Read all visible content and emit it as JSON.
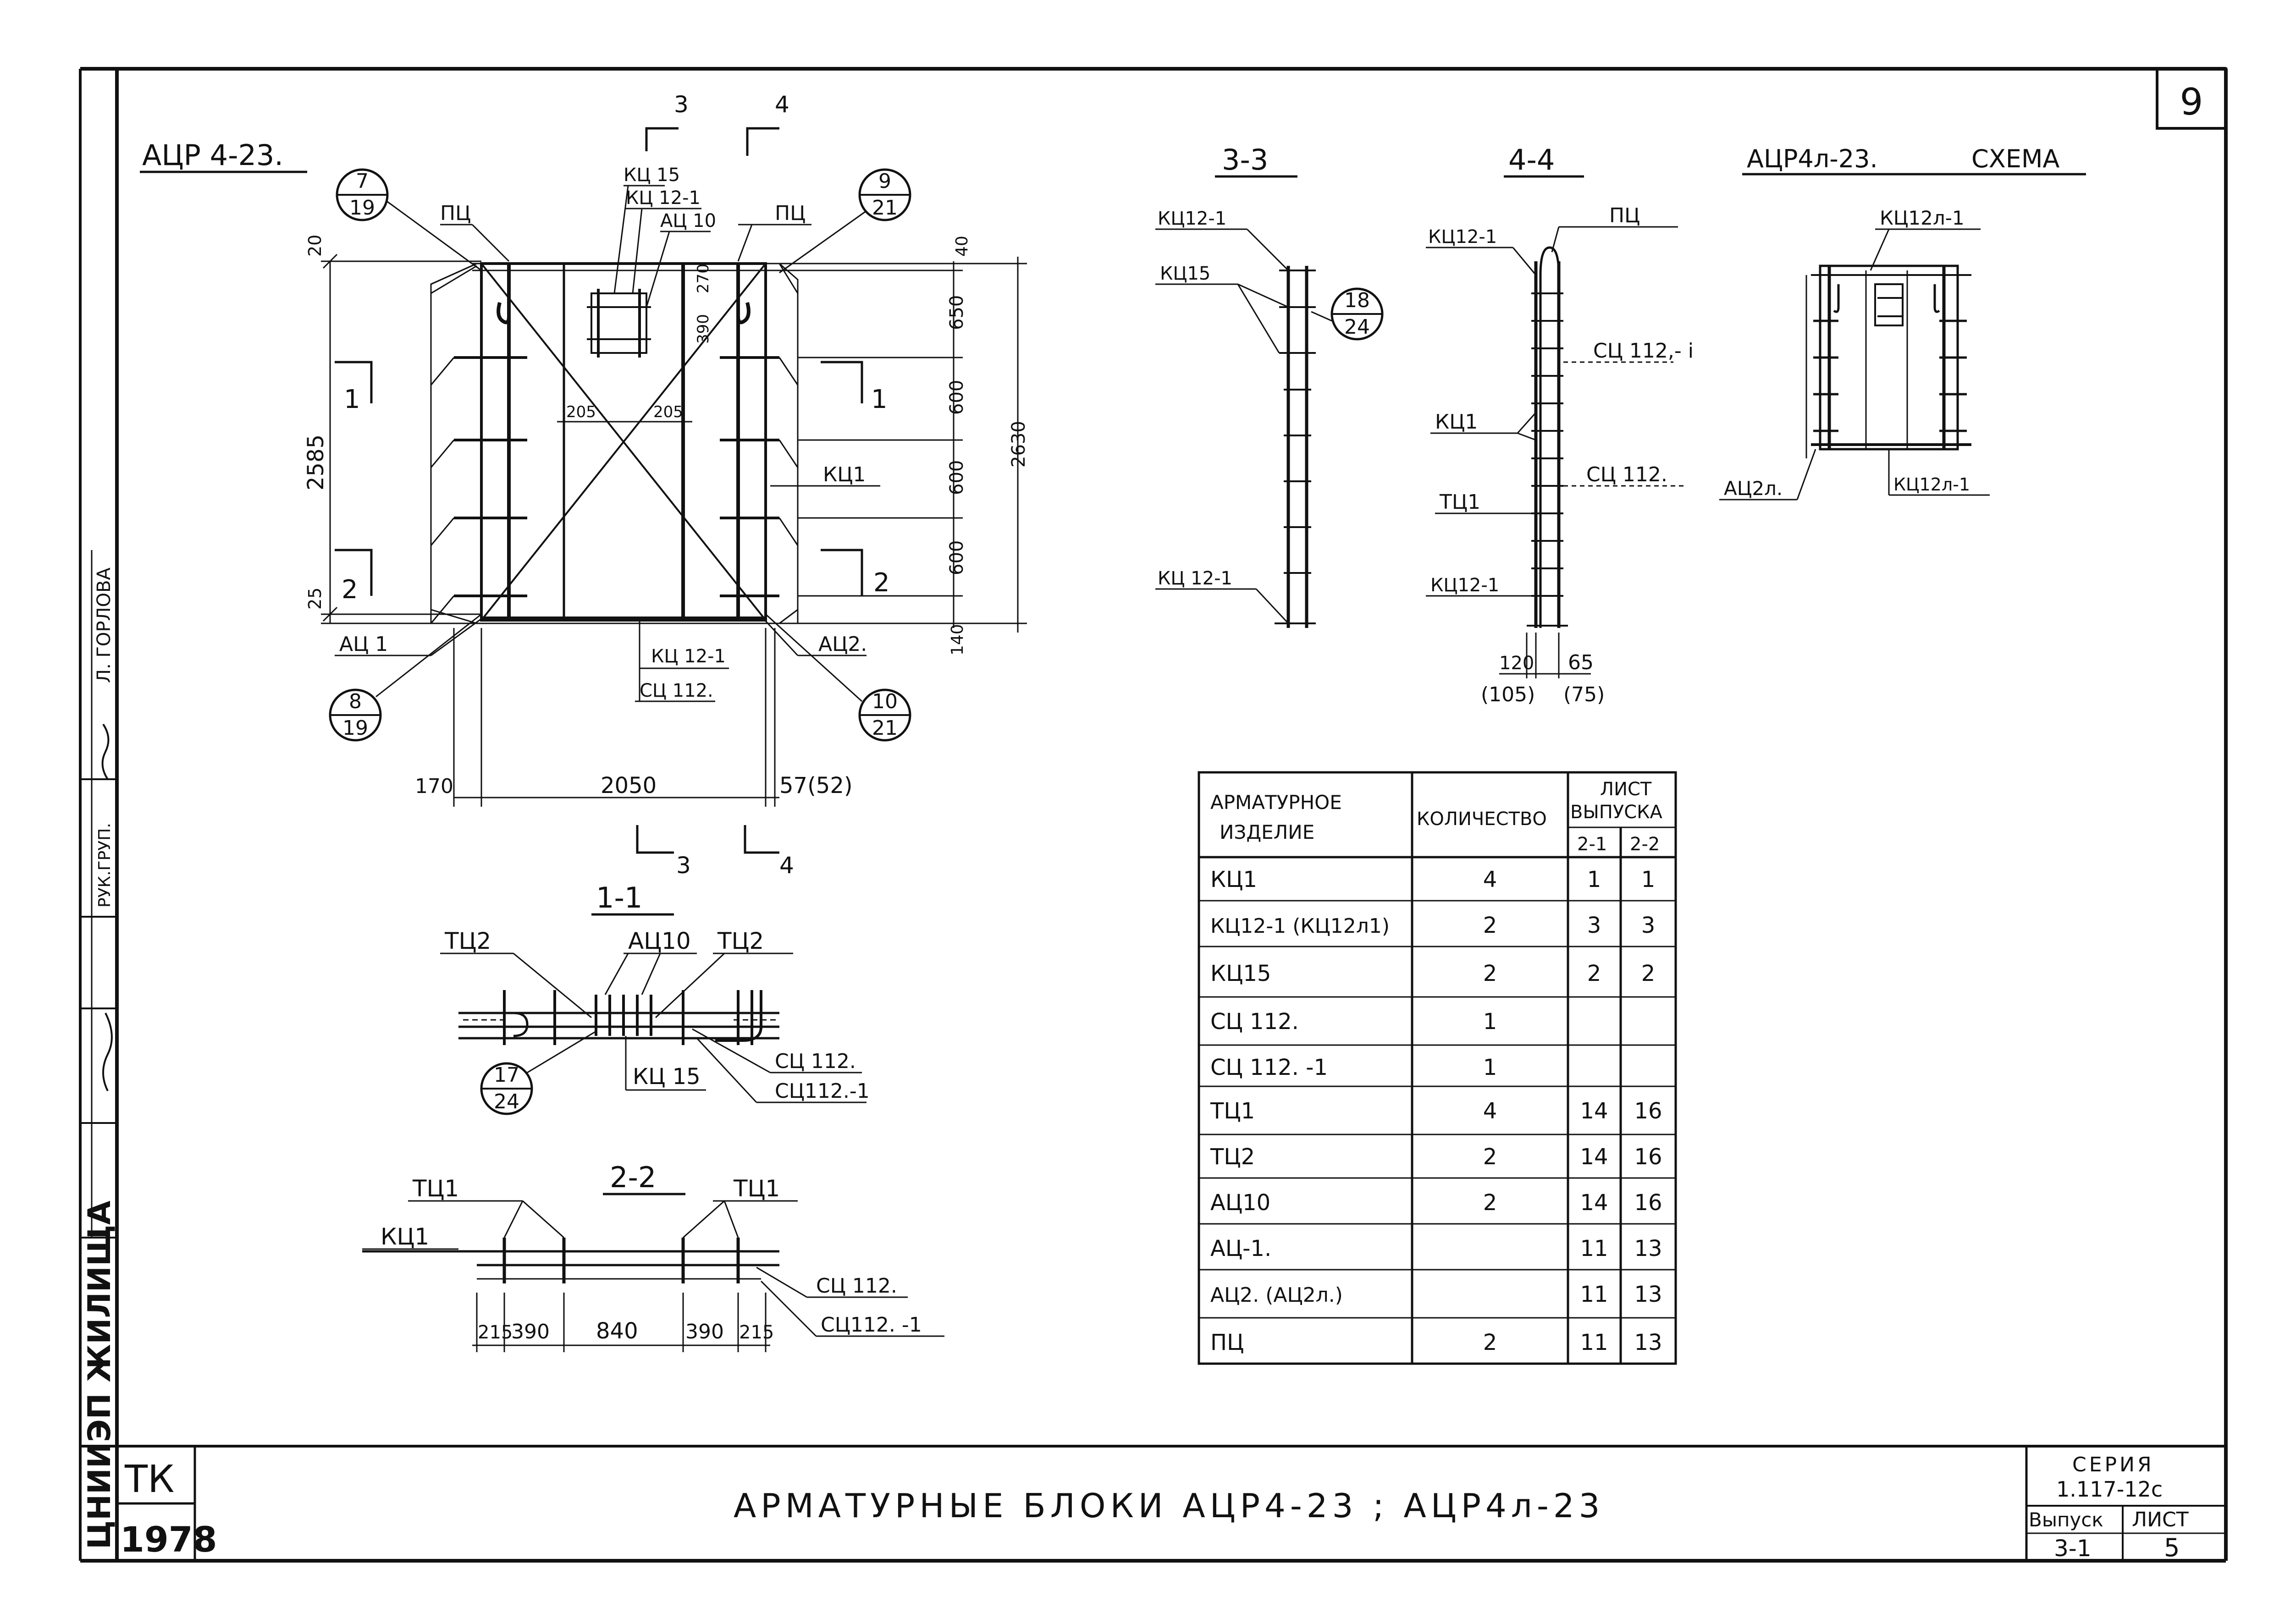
{
  "sheet_corner_number": "9",
  "main_view": {
    "title": "АЦР 4-23.",
    "callouts": [
      {
        "top": "7",
        "bottom": "19"
      },
      {
        "top": "9",
        "bottom": "21"
      },
      {
        "top": "8",
        "bottom": "19"
      },
      {
        "top": "10",
        "bottom": "21"
      }
    ],
    "labels": {
      "pts_left": "ПЦ",
      "pts_right": "ПЦ",
      "kts15": "КЦ 15",
      "kts12_1": "КЦ 12-1",
      "ats10": "АЦ 10",
      "kts1": "КЦ1",
      "ats1": "АЦ 1",
      "ats2": "АЦ2.",
      "kts12_1_bottom": "КЦ 12-1",
      "sts112_bottom": "СЦ 112."
    },
    "section_marks": {
      "s3_top": "3",
      "s4_top": "4",
      "s3_bot": "3",
      "s4_bot": "4",
      "s1_left": "1",
      "s1_right": "1",
      "s2_left": "2",
      "s2_right": "2"
    },
    "dims": {
      "top_20": "20",
      "d2585": "2585",
      "d25": "25",
      "d205a": "205",
      "d205b": "205",
      "d390": "390",
      "d270": "270",
      "d40": "40",
      "d650": "650",
      "d600a": "600",
      "d600b": "600",
      "d600c": "600",
      "d140": "140",
      "d2630": "2630",
      "d170": "170",
      "d2050": "2050",
      "d57": "57(52)"
    }
  },
  "section_33": {
    "title": "3-3",
    "labels": {
      "a": "КЦ12-1",
      "b": "КЦ15",
      "c": "КЦ 12-1"
    },
    "callout": {
      "top": "18",
      "bottom": "24"
    }
  },
  "section_44": {
    "title": "4-4",
    "labels": {
      "a": "КЦ12-1",
      "b": "ПЦ",
      "c": "СЦ 112,- i",
      "d": "КЦ1",
      "e": "СЦ 112.",
      "f": "ТЦ1",
      "g": "КЦ12-1"
    },
    "dims": {
      "d120": "120",
      "d105": "(105)",
      "d65": "65",
      "d75": "(75)"
    }
  },
  "schema": {
    "title": "АЦР4л-23.",
    "subtitle": "СХЕМА",
    "labels": {
      "a": "КЦ12л-1",
      "b": "АЦ2л.",
      "c": "КЦ12л-1"
    }
  },
  "section_11": {
    "title": "1-1",
    "labels": {
      "a": "ТЦ2",
      "b": "АЦ10",
      "c": "ТЦ2",
      "d": "КЦ 15",
      "e": "СЦ 112.",
      "f": "СЦ112.-1"
    },
    "callout": {
      "top": "17",
      "bottom": "24"
    }
  },
  "section_22": {
    "title": "2-2",
    "labels": {
      "a": "ТЦ1",
      "b": "ТЦ1",
      "c": "КЦ1",
      "d": "СЦ 112.",
      "e": "СЦ112. -1"
    },
    "dims": [
      "215",
      "390",
      "840",
      "390",
      "215"
    ]
  },
  "table": {
    "headers": {
      "product": "АРМАТУРНОЕ ИЗДЕЛИЕ",
      "product_l1": "АРМАТУРНОЕ",
      "product_l2": "ИЗДЕЛИЕ",
      "quantity": "КОЛИЧЕСТВО",
      "sheet": "ЛИСТ ВЫПУСКА",
      "sheet_l1": "ЛИСТ",
      "sheet_l2": "ВЫПУСКА",
      "c21": "2-1",
      "c22": "2-2"
    },
    "rows": [
      {
        "name": "КЦ1",
        "qty": "4",
        "s21": "1",
        "s22": "1"
      },
      {
        "name": "КЦ12-1 (КЦ12л1)",
        "qty": "2",
        "s21": "3",
        "s22": "3"
      },
      {
        "name": "КЦ15",
        "qty": "2",
        "s21": "2",
        "s22": "2"
      },
      {
        "name": "СЦ 112.",
        "qty": "1",
        "s21": "",
        "s22": ""
      },
      {
        "name": "СЦ 112. -1",
        "qty": "1",
        "s21": "",
        "s22": ""
      },
      {
        "name": "ТЦ1",
        "qty": "4",
        "s21": "14",
        "s22": "16"
      },
      {
        "name": "ТЦ2",
        "qty": "2",
        "s21": "14",
        "s22": "16"
      },
      {
        "name": "АЦ10",
        "qty": "2",
        "s21": "14",
        "s22": "16"
      },
      {
        "name": "АЦ-1.",
        "qty": "",
        "s21": "11",
        "s22": "13"
      },
      {
        "name": "АЦ2. (АЦ2л.)",
        "qty": "",
        "s21": "11",
        "s22": "13"
      },
      {
        "name": "ПЦ",
        "qty": "2",
        "s21": "11",
        "s22": "13"
      }
    ]
  },
  "title_block": {
    "tk": "ТК",
    "year": "1978",
    "main_title": "АРМАТУРНЫЕ БЛОКИ АЦР4-23 ; АЦР4л-23",
    "seria_label": "СЕРИЯ",
    "seria_value": "1.117-12с",
    "vypusk_label": "Выпуск",
    "vypusk_value": "3-1",
    "list_label": "ЛИСТ",
    "list_value": "5"
  },
  "side_stamp": {
    "org": "ЦНИИЭП ЖИЛИЩА",
    "name": "Л. ГОРЛОВА",
    "role": "РУК.ГРУП."
  }
}
